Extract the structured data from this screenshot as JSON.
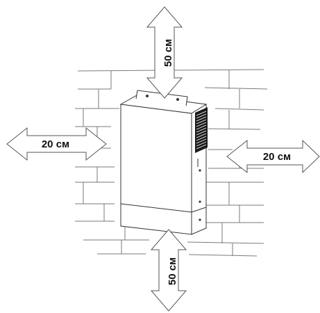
{
  "clearance": {
    "top": "50 см",
    "bottom": "50 см",
    "left": "20 см",
    "right": "20 см"
  },
  "colors": {
    "line": "#555555",
    "wall": "#7a7a7a",
    "device_body": "#ffffff",
    "vent": "#1a1a1a"
  }
}
